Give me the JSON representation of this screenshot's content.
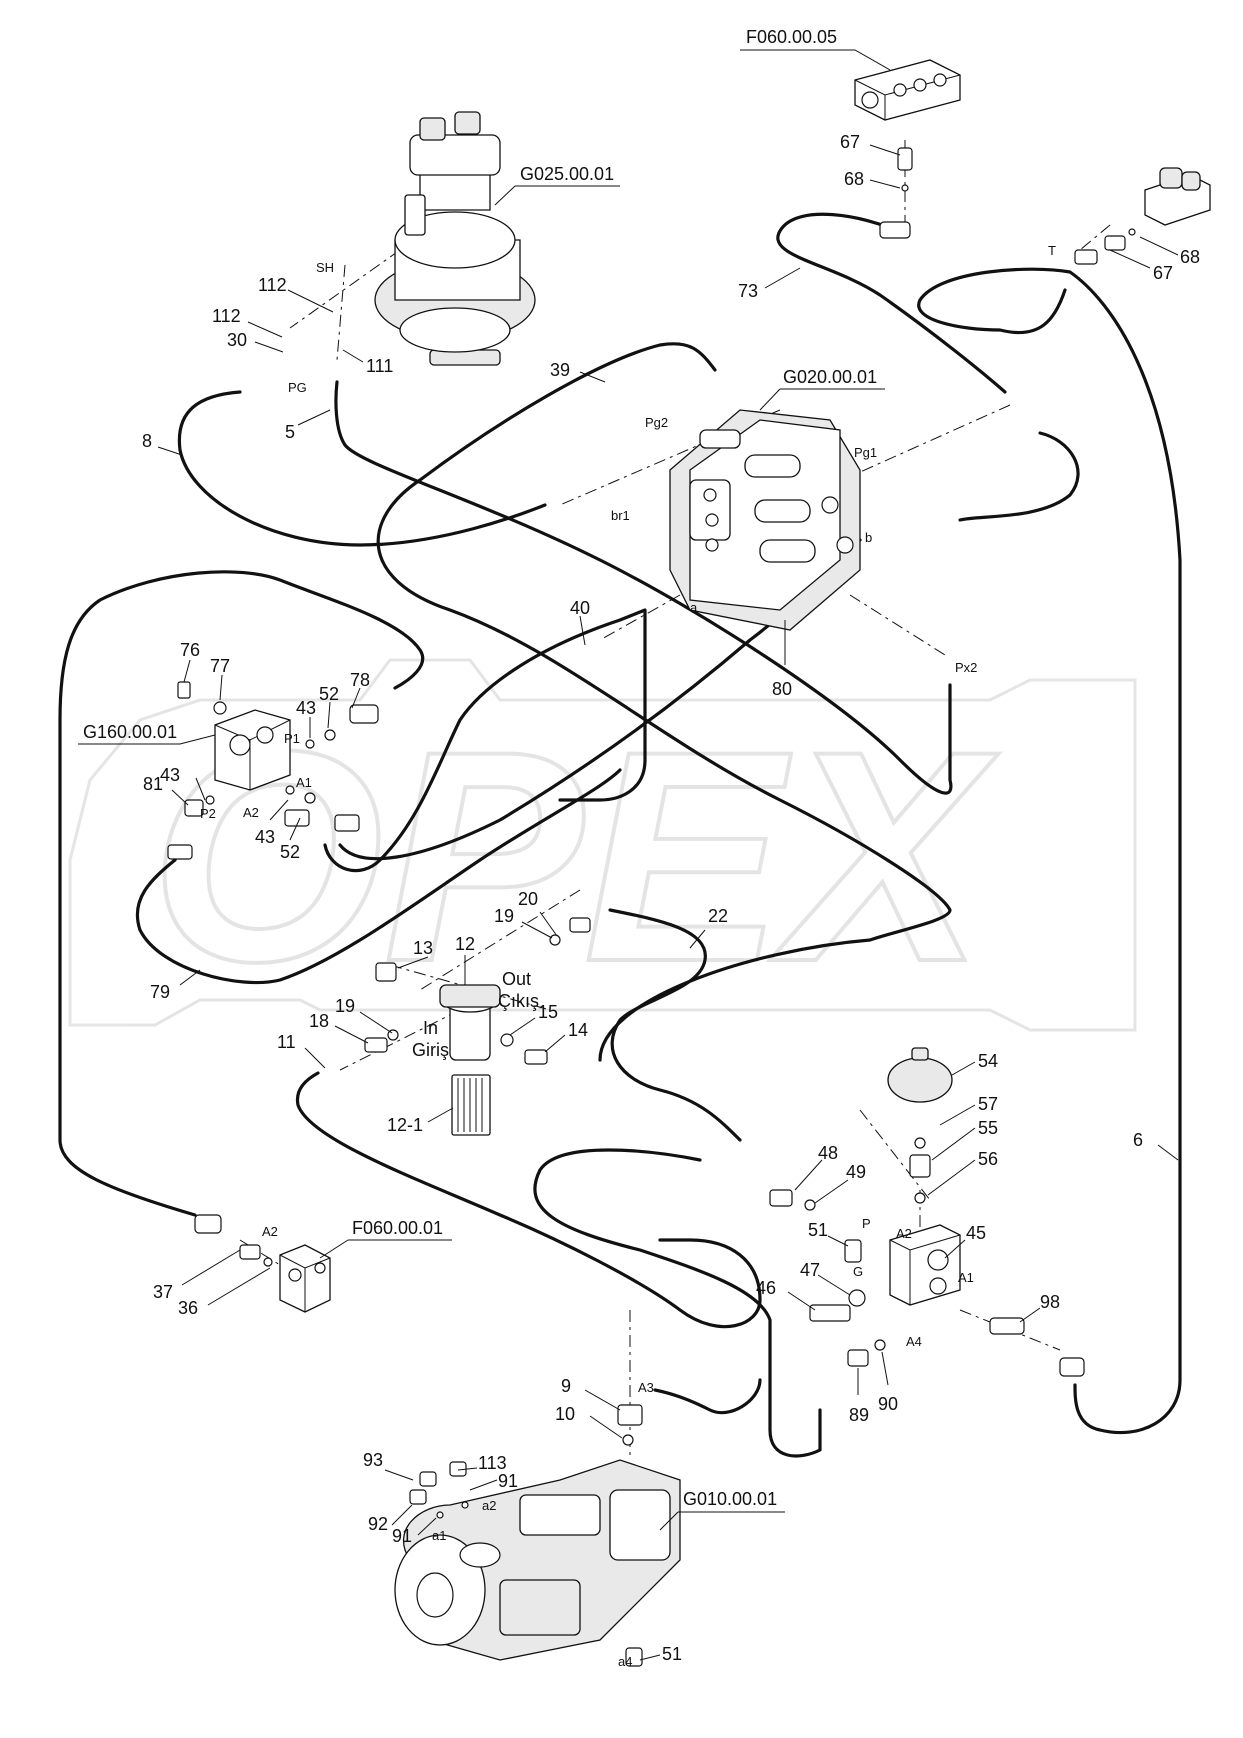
{
  "assemblies": [
    {
      "id": "swing-motor",
      "label": "G025.00.01"
    },
    {
      "id": "control-valve",
      "label": "G020.00.01"
    },
    {
      "id": "block-top",
      "label": "F060.00.05"
    },
    {
      "id": "valve-block",
      "label": "G160.00.01"
    },
    {
      "id": "block-left",
      "label": "F060.00.01"
    },
    {
      "id": "pump",
      "label": "G010.00.01"
    }
  ],
  "ports": {
    "SH": "SH",
    "PG": "PG",
    "Pg2": "Pg2",
    "Pg1": "Pg1",
    "br1": "br1",
    "a": "a",
    "b": "b",
    "T": "T",
    "Px2": "Px2",
    "P1": "P1",
    "P2": "P2",
    "A1": "A1",
    "A2": "A2",
    "A2_left": "A2",
    "A3": "A3",
    "A4": "A4",
    "P": "P",
    "G": "G",
    "A2_right": "A2",
    "A1_right": "A1",
    "a1": "a1",
    "a2": "a2",
    "a4": "a4"
  },
  "filter_labels": {
    "out": "Out",
    "cikis": "Çıkış",
    "in": "In",
    "giris": "Giriş"
  },
  "callouts": [
    "67",
    "68",
    "68",
    "67",
    "73",
    "112",
    "112",
    "30",
    "111",
    "5",
    "8",
    "39",
    "80",
    "40",
    "76",
    "77",
    "78",
    "52",
    "43",
    "43",
    "81",
    "43",
    "52",
    "79",
    "20",
    "19",
    "22",
    "13",
    "12",
    "15",
    "14",
    "19",
    "18",
    "11",
    "12-1",
    "54",
    "57",
    "55",
    "56",
    "48",
    "49",
    "51",
    "45",
    "47",
    "46",
    "98",
    "89",
    "90",
    "6",
    "37",
    "36",
    "9",
    "10",
    "93",
    "113",
    "91",
    "92",
    "91",
    "51"
  ],
  "watermark": "OPEX"
}
